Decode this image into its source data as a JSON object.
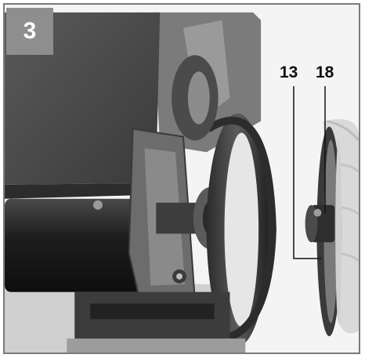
{
  "figure": {
    "number": "3"
  },
  "callouts": [
    {
      "label": "13"
    },
    {
      "label": "18"
    }
  ]
}
